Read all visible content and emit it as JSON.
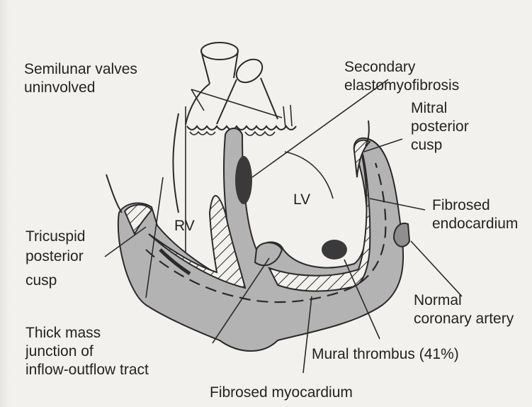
{
  "labels": {
    "secondary": [
      "Secondary",
      "elastomyofibrosis"
    ],
    "semilunar": [
      "Semilunar valves",
      "uninvolved"
    ],
    "mitral": [
      "Mitral",
      "posterior",
      "cusp"
    ],
    "lv": "LV",
    "rv": "RV",
    "fibrosed_endo": [
      "Fibrosed",
      "endocardium"
    ],
    "tricuspid": [
      "Tricuspid",
      "posterior",
      "cusp"
    ],
    "normal_coronary": [
      "Normal",
      "coronary artery"
    ],
    "thick_mass": [
      "Thick mass",
      "junction of",
      "inflow-outflow tract"
    ],
    "mural": "Mural thrombus (41%)",
    "fibrosed_myo": "Fibrosed myocardium"
  },
  "colors": {
    "myocardium": "#b3b3b3",
    "thrombus": "#3a3a3a",
    "ink": "#232323"
  }
}
